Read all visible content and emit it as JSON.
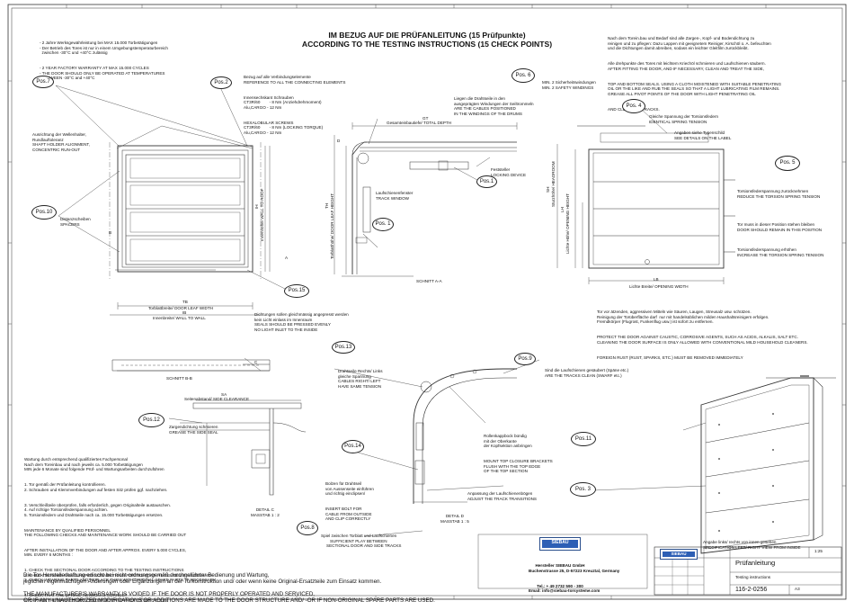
{
  "header": {
    "title_de": "IM BEZUG AUF DIE PRÜFANLEITUNG (15 Prüfpunkte)",
    "title_en": "ACCORDING TO THE TESTING INSTRUCTIONS (15 CHECK POINTS)"
  },
  "warranty_top": [
    "- 2 Jahre Werksgewährleistung bei MAX 15.000 Torbetätigungen",
    "- Der Betrieb des Tores ist nur in einem Umgebungstemperaturbereich",
    "  zwischen -30°C und +40°C zulässig",
    "",
    "- 2 YEAR FACTORY WARRANTY AT MAX 15.000 CYCLES",
    "- THE DOOR SHOULD ONLY BE OPERATED AT TEMPERATURES",
    "  BETWEEN -30°C and +40°C"
  ],
  "screws_note": [
    "Bezug auf alle Verbindungselemente",
    "REFERENCE TO ALL THE CONNECTING ELEMENTS",
    "",
    "Innensechskant Schrauben",
    "CT3R/60        - 8 Nm (Anziehdrehmoment)",
    "Alu,CARGO - 12 Nm",
    "HEXALOBULAR SCREWS",
    "CT3R/60        - 8 Nm (LOCKING TORQUE)",
    "Alu,CARGO - 12 Nm"
  ],
  "pos6_note": [
    "MIN. 2 Sicherheitswindungen",
    "MIN. 2 SAFETY WINDINGS"
  ],
  "pos6b_note": [
    "Liegen die Drahtseile in den",
    "ausgeprägten Windungen der Seiltrommeln",
    "ARE THE CABLES POSITIONED",
    "IN THE WINDINGS OF THE DRUMS"
  ],
  "shaft_note": [
    "Ausrichtung der Wellenhalter,",
    "Rundlauftoleranz",
    "SHAFT HOLDER ALIGNMENT,",
    "CONCENTRIC RUN-OUT"
  ],
  "spacers_note": [
    "Distanzscheiben",
    "SPACERS"
  ],
  "dims": {
    "gt": "GT",
    "gt_label": "Gesamteinbautiefe/ TOTAL DEPTH",
    "tb": "TB",
    "tb_label": "Torblattbreite/ DOOR LEAF WIDTH",
    "ib": "IB",
    "ib_label": "Innenbreite/ WALL TO WALL",
    "ih": "IH",
    "ih_label": "Innenhöhe/ WALL TO ROOF",
    "th": "TH",
    "th_label": "Torblatthöhe/ DOOR LEAF HEIGHT",
    "lh": "LH",
    "lh_label": "Lichte Höhe/ OPENING HEIGHT",
    "sh": "SH",
    "sh_label": "Sturzhöhe/ HEADROOM",
    "lb": "LB",
    "lb_label": "Lichte Breite/ OPENING WIDTH",
    "sa": "SA",
    "sa_label": "Seitenabstand/ SIDE CLEARANCE",
    "b": "B",
    "a": "A",
    "c": "C",
    "d": "D"
  },
  "track_window": [
    "Laufschienenfenster",
    "TRACK WINDOW"
  ],
  "locking": [
    "Feststeller",
    "LOCKING DEVICE"
  ],
  "section_aa": "SCHNITT A-A",
  "section_bb": "SCHNITT B-B",
  "seals_note": [
    "Dichtungen sollen gleichmässig angepresst werden",
    "kein Licht einlass im Innenraum",
    "SEALS SHOULD BE PRESSED EVENLY",
    "NO LIGHT INLET TO THE INSIDE"
  ],
  "pos4_note": [
    "Gleiche Spannung der Torsionsfedern",
    "IDENTICAL SPRING TENSION"
  ],
  "typenschild_note": [
    "Angaben siehe Typenschild",
    "SEE DETAILS ON THE LABEL"
  ],
  "torsion_reduce": [
    "Torsionsfederspannung zurücknehmen",
    "REDUCE THE TORSION SPRING TENSION"
  ],
  "remain_note": [
    "Tor muss in dieser Position stehen bleiben",
    "DOOR SHOULD REMAIN IN THIS POSITION"
  ],
  "torsion_increase": [
    "Torsionsfederspannung erhöhen",
    "INCREASE THE TORSION SPRING TENSION"
  ],
  "maintenance_top": [
    "Nach dem Torein.bau und Bedarf sind alle Zargen-, Kopf- und Bodendichtung zu",
    "reinigen und zu pflegen: Dazu Lappen mit geeignetem Reiniger, Kirschöl o. A. befeuchten",
    "und die Dichtungen damit abreiben, sodass ein leichter Gleitfilm zurückbleibt.",
    "Alle drehpunkte des Tores mit leichtem Kriechöl schmieren und Laufschienen säubern.",
    "",
    "AFTER FITTING THE DOOR, AND IF NECESSARY, CLEAN AND TREAT THE SIDE,",
    "TOP AND BOTTOM SEALS. USING A CLOTH MOISTENED WITH SUITABLE PENETRATING",
    "OIL OR THE LIKE AND RUB THE SEALS SO THAT A LIGHT LUBRICATING FILM REMAINS.",
    "GREASE ALL PIVOT POINTS OF THE DOOR WITH LIGHT PENETRATING OIL",
    "AND CLEAN THE TRACKS."
  ],
  "protect_note": [
    "Tor vor ätzenden, aggressiven Mitteln wie Säuren, Laugen, Streusalz usw. schützen.",
    "Reinigung der Torüberfläche darf  nur mit handelsüblichen milden Haushaltsreinigern erfolgen.",
    "Fremdkörper (Flugrost, Funkenflug usw.) ist sofort zu entfernen.",
    "",
    "PROTECT THE DOOR AGAINST CAUSTIC, CORROSIVE AGENTS, SUCH AS ACIDS, ALKALIS, SALT ETC.",
    "CLEANING THE DOOR SURFACE IS ONLY ALLOWED WITH CONVENTIONAL MILD HOUSEHOLD CLEANERS.",
    "FOREIGN RUST (RUST, SPARKS, ETC.) MUST BE REMOVED IMMEDIATELY"
  ],
  "pos13_note": [
    "Drahtseile Rechts/ Links",
    "gleiche Spannung",
    "CABLES RIGHT/ LEFT",
    "HAVE SAME TENSION"
  ],
  "pos9_note": [
    "Sind die Laufschienen gesäubert (Späne etc.)",
    "ARE THE TRACKS CLEAN (SWARF etc.)"
  ],
  "pos12_note": [
    "Zargendichtung schmieren",
    "GREASE THE SIDE SEAL"
  ],
  "maint_block": [
    "Wartung durch entsprechend qualifiziertes Fachpersonal",
    "Nach dem Toreinbau und nach jeweils ca. 5.000 Torbetätigungen",
    "MIN jede 6 Monate sind folgende Prüf- und Wartungsarbeiten durchzuführen",
    "",
    "1. Tor gemäß der Prüfanleitung kontrollieren.",
    "2. Schrauben und Klemmverbindungen auf festen Sitz prüfen ggf. nachziehen.",
    "3. Verschleißteile überprüfen, falls erforderlich, gegen Originalteile austauschen.",
    "4. Auf richtige Torsionsfederspannung achten.",
    "5. Torsionsfedern und Drahtseile nach ca. 15.000 Torbetätigungen ersetzen.",
    "",
    "MAINTENANCE BY QUALIFIED PERSONNEL",
    "THE FOLLOWING CHECKS AND MAINTENANCE WORK SHOULD BE CARRIED OUT",
    "AFTER INSTALLATION OF THE DOOR AND AFTER APPROX. EVERY 5.000 CYCLES,",
    "MIN. EVERY 6 MONTHS :",
    "",
    "1. CHECK THE SECTIONAL DOOR ACCORDING TO THE TESTING INSTRUCTIONS",
    "2. CHECK SCREWS AND CLAMPED CONNECTIONS FOR TIGHT FIT, RETIGHTEN IF NECESSARY",
    "3. CHECK WEARING PARTS AND REPLACE THEM WITH ORIGINAL SPARE PARTS, IF NECESSARY",
    "4. CHECK THAT THE SPRING TENSION IS CORRECT",
    "5. CHANGE THE SPRINGS AND CABLES AFTER APPROX. 15.000 CYCLES"
  ],
  "detail_c": [
    "DETAIL C",
    "MASSTAB 1 : 2"
  ],
  "detail_d": [
    "DETAIL D",
    "MASSTAB 1 : 5"
  ],
  "pos14_note": [
    "Bolzen für Drahtseil",
    "von Aussenseite einführen",
    "und richtig einclipsen/",
    "INSERT BOLT FOR",
    "CABLE FROM OUTSIDE",
    "AND CLIP CORRECTLY"
  ],
  "pos8_note": [
    "Spiel zwischen Torblatt und Laufschienen",
    "SUFFICIENT PLAY BETWEEN",
    "SECTIONAL DOOR AND SIDE TRACKS"
  ],
  "pos11_note": [
    "Rollenkappbock bündig",
    "mit der Oberkante",
    "der Kopfsektion anbringen",
    "MOUNT TOP CLOSURE BRACKETS",
    "FLUSH WITH THE TOP EDGE",
    "OF THE TOP SECTION"
  ],
  "pos3_note": [
    "Anpassung der Laufschienenbögen",
    "ADJUST THE TRACK TRANSITIONS"
  ],
  "spec_note": [
    "Angabe links/ rechts von innen gesehen",
    "SPECIFICATION LEFT/ RIGHT VIEW FROM INSIDE"
  ],
  "footer_de": [
    "Die Tor-Herstellerhaftung erlischt bei nicht ordnungsgemäß durchgeführter Bedienung und Wartung,",
    "jeglichen eigenmächtigen Änderungen oder Ergänzungen an der Torkonstruktion und/ oder wenn keine Original-Ersatzteile zum Einsatz kommen."
  ],
  "footer_en": [
    "THE MANUFACTURER'S WARRANTY IS VOIDED IF THE DOOR IS NOT PROPERLY OPERATED AND SERVICED,",
    "OR IF ANY UNAUTHORIZED MODIFICATIONS OR ADDITIONS ARE MADE TO THE DOOR STRUCTURE AND/ -OR IF NON-ORIGINAL SPARE PARTS ARE USED."
  ],
  "company": {
    "brand": "SIEBAU",
    "line1": "Hersteller SIEBAU GmbH",
    "line2": "Buchenstrasse 25, D-57223 Kreuztal, Germany",
    "line3": "Tel.: + 49 2732 590 - 300",
    "line4": "Email: info@siebau-torsysteme.com"
  },
  "title_block": {
    "name_de": "Prüfanleitung",
    "name_en": "Testing instructions",
    "drawing_no": "116-2-0256",
    "revision": "A3",
    "scale": "1:25"
  },
  "callouts": {
    "pos7": "Pos.7",
    "pos2": "Pos.2",
    "pos6": "Pos. 6",
    "pos1a": "Pos.1",
    "pos1b": "Pos. 1",
    "pos4": "Pos. 4",
    "pos5": "Pos. 5",
    "pos10": "Pos.10",
    "pos15": "Pos.15",
    "pos13": "Pos.13",
    "pos9": "Pos.9",
    "pos12": "Pos.12",
    "pos14": "Pos.14",
    "pos8": "Pos.8",
    "pos11": "Pos.11",
    "pos3": "Pos. 3"
  }
}
